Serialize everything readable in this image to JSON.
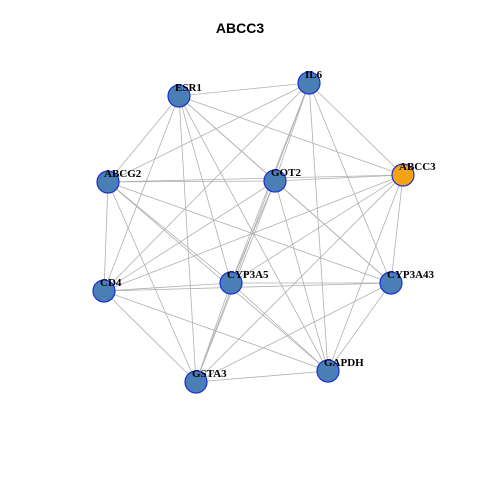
{
  "title": "ABCC3",
  "colors": {
    "default_node": "#4a7fb5",
    "highlight_node": "#f4a216",
    "node_border": "#1c2fd0",
    "edge": "#b0b0b0"
  },
  "nodes": [
    {
      "id": "ESR1",
      "label": "ESR1",
      "highlight": false
    },
    {
      "id": "IL6",
      "label": "IL6",
      "highlight": false
    },
    {
      "id": "ABCG2",
      "label": "ABCG2",
      "highlight": false
    },
    {
      "id": "GOT2",
      "label": "GOT2",
      "highlight": false
    },
    {
      "id": "ABCC3",
      "label": "ABCC3",
      "highlight": true
    },
    {
      "id": "CYP3A5",
      "label": "CYP3A5",
      "highlight": false
    },
    {
      "id": "CYP3A43",
      "label": "CYP3A43",
      "highlight": false
    },
    {
      "id": "CD4",
      "label": "CD4",
      "highlight": false
    },
    {
      "id": "GAPDH",
      "label": "GAPDH",
      "highlight": false
    },
    {
      "id": "GSTA3",
      "label": "GSTA3",
      "highlight": false
    }
  ],
  "edges": [
    [
      "ESR1",
      "IL6"
    ],
    [
      "ESR1",
      "ABCG2"
    ],
    [
      "ESR1",
      "GOT2"
    ],
    [
      "ESR1",
      "ABCC3"
    ],
    [
      "ESR1",
      "CYP3A5"
    ],
    [
      "ESR1",
      "CYP3A43"
    ],
    [
      "ESR1",
      "CD4"
    ],
    [
      "ESR1",
      "GAPDH"
    ],
    [
      "ESR1",
      "GSTA3"
    ],
    [
      "IL6",
      "ABCG2"
    ],
    [
      "IL6",
      "GOT2"
    ],
    [
      "IL6",
      "ABCC3"
    ],
    [
      "IL6",
      "CYP3A5"
    ],
    [
      "IL6",
      "CYP3A43"
    ],
    [
      "IL6",
      "CD4"
    ],
    [
      "IL6",
      "GAPDH"
    ],
    [
      "IL6",
      "GSTA3"
    ],
    [
      "ABCG2",
      "GOT2"
    ],
    [
      "ABCG2",
      "ABCC3"
    ],
    [
      "ABCG2",
      "CYP3A5"
    ],
    [
      "ABCG2",
      "CYP3A43"
    ],
    [
      "ABCG2",
      "CD4"
    ],
    [
      "ABCG2",
      "GAPDH"
    ],
    [
      "ABCG2",
      "GSTA3"
    ],
    [
      "GOT2",
      "ABCC3"
    ],
    [
      "GOT2",
      "CYP3A5"
    ],
    [
      "GOT2",
      "CYP3A43"
    ],
    [
      "GOT2",
      "CD4"
    ],
    [
      "GOT2",
      "GAPDH"
    ],
    [
      "GOT2",
      "GSTA3"
    ],
    [
      "ABCC3",
      "CYP3A5"
    ],
    [
      "ABCC3",
      "CYP3A43"
    ],
    [
      "ABCC3",
      "CD4"
    ],
    [
      "ABCC3",
      "GAPDH"
    ],
    [
      "ABCC3",
      "GSTA3"
    ],
    [
      "CYP3A5",
      "CYP3A43"
    ],
    [
      "CYP3A5",
      "CD4"
    ],
    [
      "CYP3A5",
      "GAPDH"
    ],
    [
      "CYP3A5",
      "GSTA3"
    ],
    [
      "CYP3A43",
      "CD4"
    ],
    [
      "CYP3A43",
      "GAPDH"
    ],
    [
      "CYP3A43",
      "GSTA3"
    ],
    [
      "CD4",
      "GAPDH"
    ],
    [
      "CD4",
      "GSTA3"
    ],
    [
      "GAPDH",
      "GSTA3"
    ]
  ]
}
